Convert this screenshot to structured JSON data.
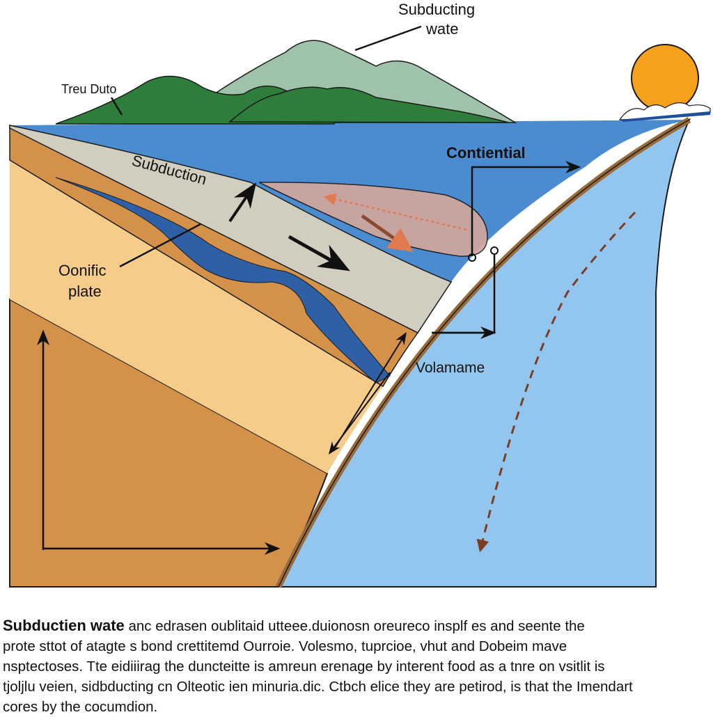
{
  "diagram": {
    "labels": {
      "top_title_line1": "Subducting",
      "top_title_line2": "wate",
      "left_mountain": "Treu Duto",
      "subduction": "Subduction",
      "plate_line1": "Oonific",
      "plate_line2": "plate",
      "continental": "Contiential",
      "volcano": "Volamame"
    },
    "colors": {
      "ocean_dark": "#4a8ccf",
      "ocean_light": "#93c6ee",
      "mountain_green": "#2f7d3a",
      "mountain_pale": "#9fc3aa",
      "crust_gray": "#d1cdbf",
      "layer_orange": "#d4914a",
      "layer_tan": "#f6cc8a",
      "magma_pink": "#d5a79c",
      "sun": "#f6a11b",
      "arrow_red": "#e07a4f",
      "dashed_brown": "#7a3d22"
    },
    "icons": [
      "sun-icon",
      "arrow-icon",
      "dashed-arrow-icon"
    ]
  },
  "caption": {
    "bold": "Subductien  wate",
    "line1": " anc edrasen oublitaid utteee.duionosn oreureco insplf es and seente the",
    "line2": "prote sttot of atagte s bond crettitemd Ourroie. Volesmo, tuprcioe, vhut and Dobeim mave",
    "line3": "nsptectoses. Tte eidiiirag the duncteitte is amreun erenage by interent food as a tnre on vsitlit is",
    "line4": "tjoljlu veien, sidbducting cn Olteotic ien minuria.dic. Ctbch elice they are petirod, is that the Imendart",
    "line5": "cores by the cocumdion."
  }
}
